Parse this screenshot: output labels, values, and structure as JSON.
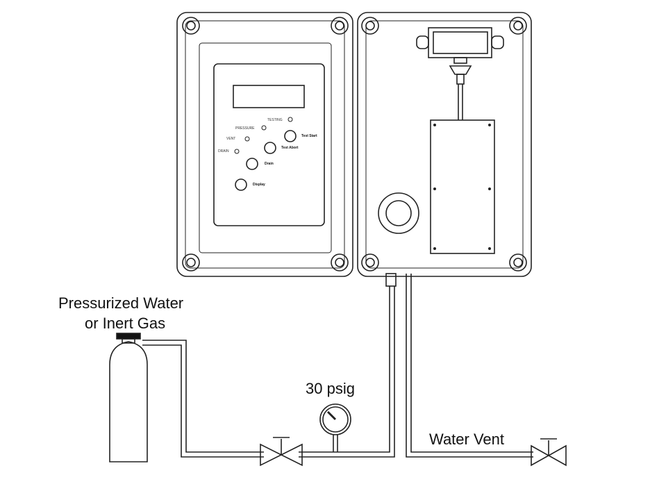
{
  "labels": {
    "source": [
      "Pressurized Water",
      "or Inert Gas"
    ],
    "gauge": "30 psig",
    "vent": "Water Vent"
  },
  "panel": {
    "indicators": [
      "TESTING",
      "PRESSURE",
      "VENT",
      "DRAIN"
    ],
    "buttons": [
      "Test Start",
      "Test Abort",
      "Drain",
      "Display"
    ]
  }
}
